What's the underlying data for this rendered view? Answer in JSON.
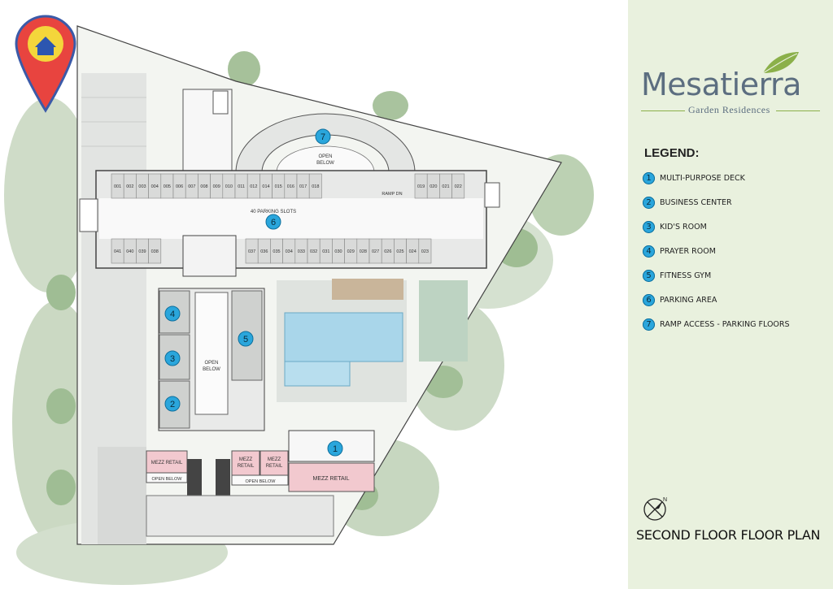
{
  "brand": {
    "name": "Mesatierra",
    "tagline": "Garden Residences",
    "colors": {
      "text": "#5c6e80",
      "leaf": "#8bb04a",
      "panel": "#e9f1de",
      "badge": "#2aa6dc"
    }
  },
  "legend": {
    "title": "LEGEND:",
    "items": [
      {
        "num": "1",
        "label": "MULTI-PURPOSE DECK"
      },
      {
        "num": "2",
        "label": "BUSINESS CENTER"
      },
      {
        "num": "3",
        "label": "KID'S ROOM"
      },
      {
        "num": "4",
        "label": "PRAYER ROOM"
      },
      {
        "num": "5",
        "label": "FITNESS GYM"
      },
      {
        "num": "6",
        "label": "PARKING AREA"
      },
      {
        "num": "7",
        "label": "RAMP ACCESS - PARKING FLOORS"
      }
    ]
  },
  "plan_title": "SECOND FLOOR FLOOR PLAN",
  "map": {
    "location_icon": "home-location-pin-icon",
    "compass_icon": "north-compass-icon",
    "labels": {
      "parking": "40 PARKING SLOTS",
      "open_below": "OPEN BELOW",
      "open_below_split": [
        "OPEN",
        "BELOW"
      ],
      "ramp": "RAMP DN",
      "mezz_retail": "MEZZ RETAIL",
      "mezz_split": [
        "MEZZ",
        "RETAIL"
      ]
    },
    "slots_top_left": [
      "001",
      "002",
      "003",
      "004",
      "005",
      "006",
      "007",
      "008",
      "009",
      "010",
      "011",
      "012",
      "014",
      "015",
      "016",
      "017",
      "018"
    ],
    "slots_top_right": [
      "019",
      "020",
      "021",
      "022"
    ],
    "slots_bottom_left": [
      "041",
      "040",
      "039",
      "038"
    ],
    "slots_bottom_right": [
      "037",
      "036",
      "035",
      "034",
      "033",
      "032",
      "031",
      "030",
      "029",
      "028",
      "027",
      "026",
      "025",
      "024",
      "023"
    ],
    "markers": [
      "1",
      "2",
      "3",
      "4",
      "5",
      "6",
      "7"
    ]
  }
}
